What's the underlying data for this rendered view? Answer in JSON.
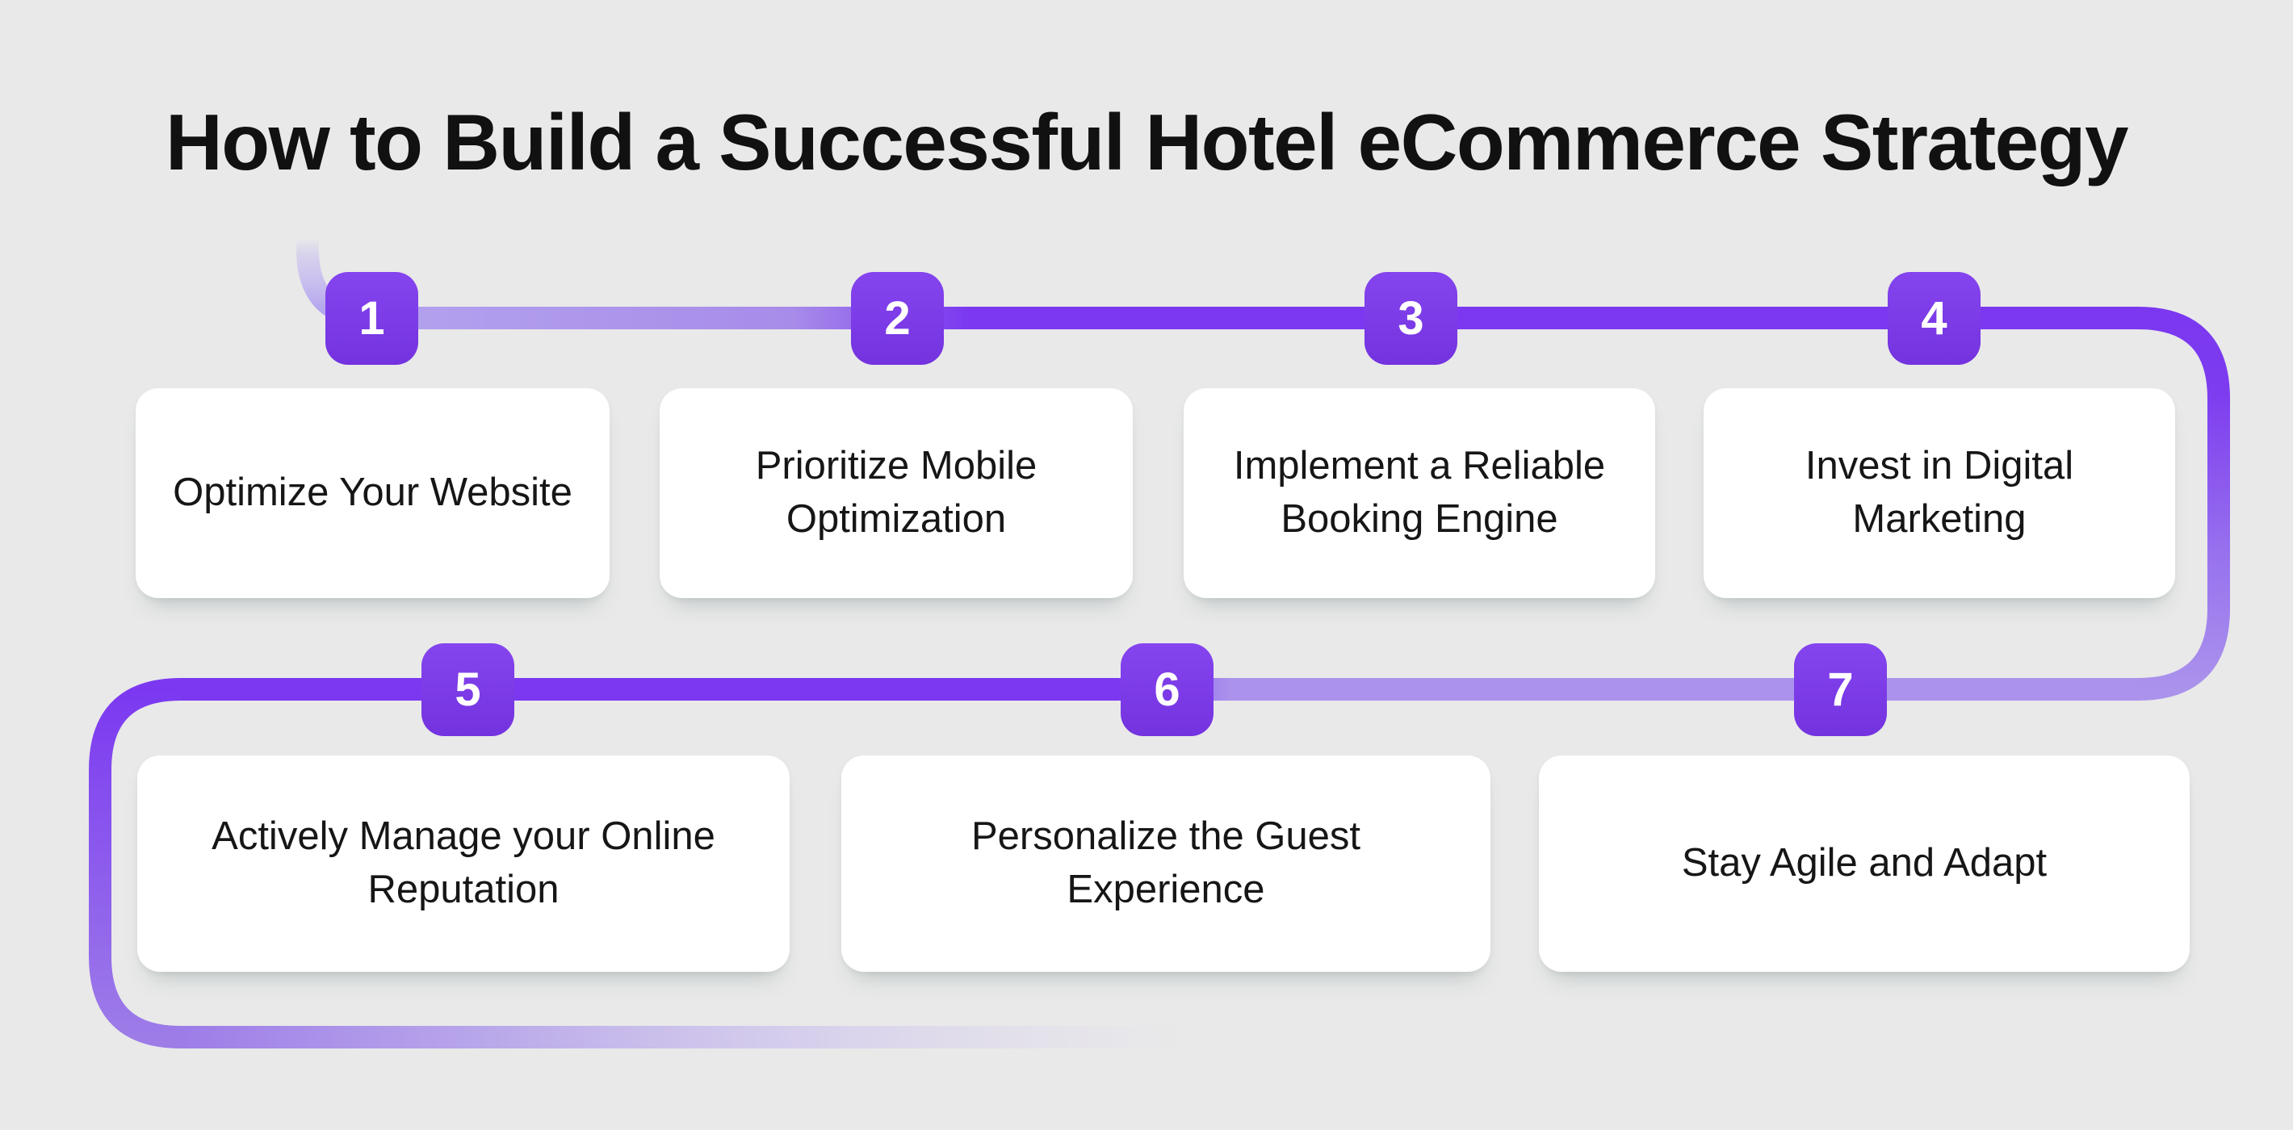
{
  "title": "How to Build a Successful Hotel eCommerce Strategy",
  "steps": [
    {
      "number": "1",
      "lines": [
        "Optimize Your Website"
      ]
    },
    {
      "number": "2",
      "lines": [
        "Prioritize Mobile",
        "Optimization"
      ]
    },
    {
      "number": "3",
      "lines": [
        "Implement a Reliable",
        "Booking Engine"
      ]
    },
    {
      "number": "4",
      "lines": [
        "Invest in Digital",
        "Marketing"
      ]
    },
    {
      "number": "5",
      "lines": [
        "Actively Manage your Online",
        "Reputation"
      ]
    },
    {
      "number": "6",
      "lines": [
        "Personalize the Guest",
        "Experience"
      ]
    },
    {
      "number": "7",
      "lines": [
        "Stay Agile and Adapt"
      ]
    }
  ],
  "colors": {
    "background": "#e9e9e9",
    "card": "#ffffff",
    "badge": "#7b36ed",
    "path_dark": "#7b38f0",
    "path_light": "#ab93ec",
    "title_text": "#111111",
    "card_text": "#161616",
    "badge_text": "#ffffff"
  }
}
